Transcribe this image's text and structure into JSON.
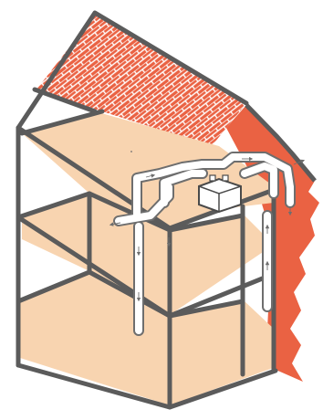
{
  "illustration": {
    "subject": "house-ventilation-cutaway",
    "colors": {
      "frame": "#5b5b5b",
      "floor": "#f8d4b0",
      "brick": "#ea6243",
      "mortar": "#ffffff",
      "wall_cutaway": "#ea6243",
      "duct_fill": "#ffffff",
      "duct_stroke": "#6e6e6e",
      "unit_fill": "#ffffff",
      "unit_stroke": "#4a4a4a"
    },
    "icons": [
      "roof-brick-pattern",
      "ventilation-unit",
      "airflow-arrow"
    ]
  }
}
